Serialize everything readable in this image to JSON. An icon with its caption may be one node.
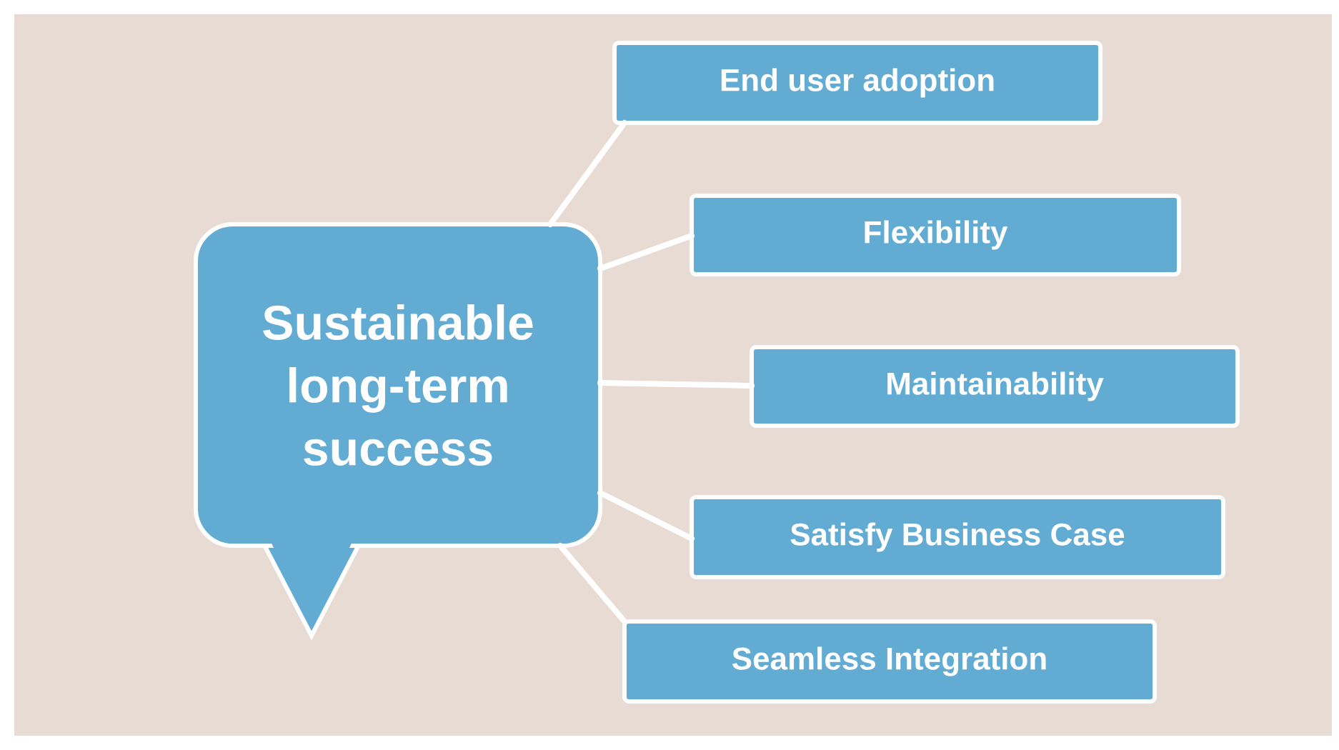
{
  "diagram": {
    "nodes": [
      {
        "text": [
          "Sustainable long-term success"
        ]
      },
      {
        "text": [
          "End user adoption"
        ]
      },
      {
        "text": [
          "Flexibility"
        ]
      },
      {
        "text": [
          "Maintainability"
        ]
      },
      {
        "text": [
          "Satisfy Business Case"
        ]
      },
      {
        "text": [
          "Seamless Integration"
        ]
      }
    ],
    "edges": [
      {
        "from": 0,
        "to": 1,
        "arrow": "none"
      },
      {
        "from": 0,
        "to": 2,
        "arrow": "none"
      },
      {
        "from": 0,
        "to": 3,
        "arrow": "none"
      },
      {
        "from": 0,
        "to": 4,
        "arrow": "none"
      },
      {
        "from": 0,
        "to": 5,
        "arrow": "none"
      }
    ]
  }
}
